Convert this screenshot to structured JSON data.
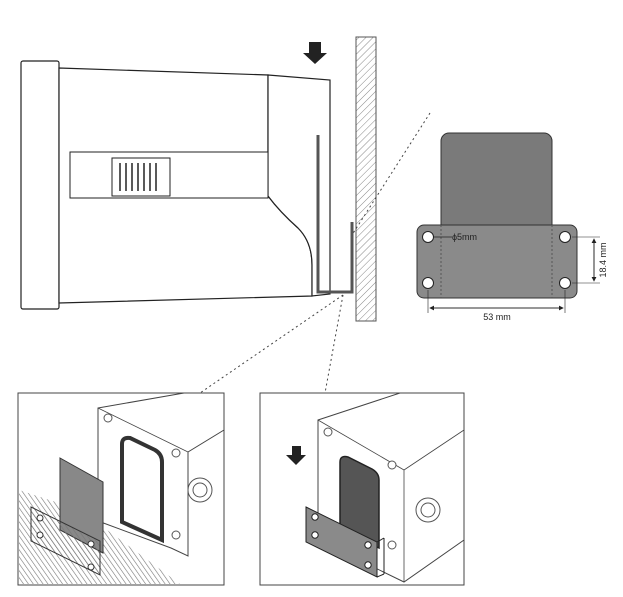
{
  "labels": {
    "hole_diameter": "ϕ5mm",
    "height_dimension": "18.4 mm",
    "width_dimension": "53 mm"
  },
  "colors": {
    "line": "#222222",
    "bracket_fill": "#7a7a7a",
    "plate_fill": "#8a8a8a",
    "wall_hatch": "#888888"
  }
}
